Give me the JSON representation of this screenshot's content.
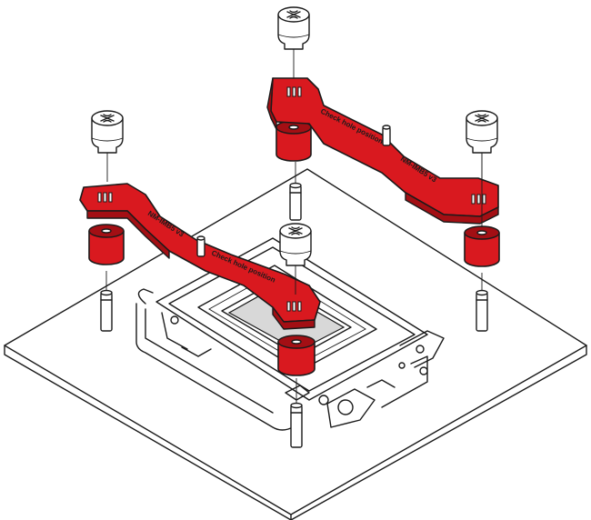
{
  "colors": {
    "bracket_red": "#d9191f",
    "bracket_dark": "#a30f14",
    "line": "#1a1a1a",
    "paper": "#ffffff"
  },
  "labels": {
    "bracket_model_left": "NM-IMB5 v3",
    "bracket_hint_left": "Check hole position",
    "bracket_model_right": "NM-IMB5 v3",
    "bracket_hint_right": "Check hole position"
  },
  "icons": [
    "thumb-screw-icon",
    "spacer-icon",
    "standoff-icon"
  ]
}
